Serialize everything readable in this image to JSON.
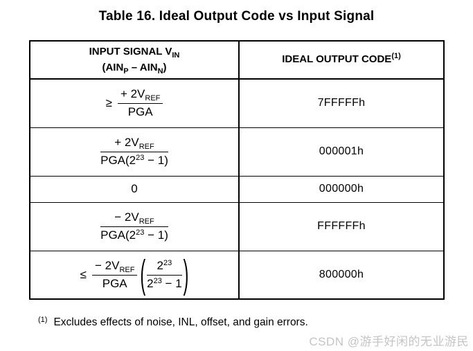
{
  "title": "Table 16. Ideal Output Code vs Input Signal",
  "table": {
    "header": {
      "col1": {
        "line1_pre": "INPUT SIGNAL V",
        "line1_sub": "IN",
        "line2_p1": "(AIN",
        "line2_sub1": "P",
        "line2_p2": " – AIN",
        "line2_sub2": "N",
        "line2_p3": ")"
      },
      "col2": {
        "pre": "IDEAL OUTPUT CODE",
        "sup": "(1)"
      }
    },
    "rows": [
      {
        "relation": "≥",
        "num": {
          "pre": "+ 2V",
          "sub": "REF"
        },
        "den": {
          "pre": "PGA"
        },
        "code": "7FFFFFh"
      },
      {
        "num": {
          "pre": "+ 2V",
          "sub": "REF"
        },
        "den": {
          "pre": "PGA(2",
          "sup": "23",
          "post": " − 1)"
        },
        "code": "000001h"
      },
      {
        "text": "0",
        "code": "000000h"
      },
      {
        "num": {
          "pre": "− 2V",
          "sub": "REF"
        },
        "den": {
          "pre": "PGA(2",
          "sup": "23",
          "post": " − 1)"
        },
        "code": "FFFFFFh"
      },
      {
        "relation": "≤",
        "num": {
          "pre": "− 2V",
          "sub": "REF"
        },
        "den": {
          "pre": "PGA"
        },
        "open_paren": "(",
        "pnum": {
          "pre": "2",
          "sup": "23"
        },
        "pden": {
          "pre": "2",
          "sup": "23",
          "post": " − 1"
        },
        "close_paren": ")",
        "code": "800000h"
      }
    ]
  },
  "footnote": {
    "marker": "(1)",
    "text": "Excludes effects of noise, INL, offset, and gain errors."
  },
  "watermark": "CSDN @游手好闲的无业游民",
  "colors": {
    "text": "#000000",
    "border": "#000000",
    "watermark": "#c4c4c4",
    "background": "#ffffff"
  }
}
